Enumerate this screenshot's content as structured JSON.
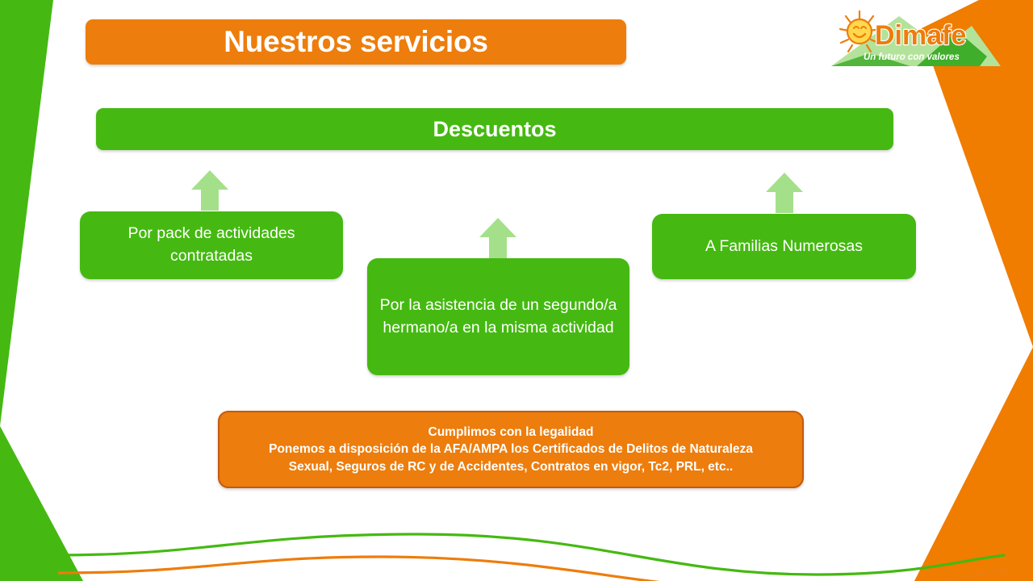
{
  "slide": {
    "title": "Nuestros servicios",
    "banner": "Descuentos",
    "boxes": [
      {
        "id": "pack",
        "text": "Por pack de actividades contratadas"
      },
      {
        "id": "hermano",
        "text": "Por la asistencia de un segundo/a hermano/a en la misma actividad"
      },
      {
        "id": "familia",
        "text": "A Familias Numerosas"
      }
    ],
    "legal": {
      "line1": "Cumplimos con la legalidad",
      "line2": "Ponemos a disposición de la AFA/AMPA los Certificados de Delitos de Naturaleza",
      "line3": "Sexual, Seguros de RC y de Accidentes, Contratos en vigor, Tc2, PRL, etc.."
    },
    "logo": {
      "name": "Dimafe",
      "tagline": "Un futuro con valores"
    },
    "colors": {
      "orange": "#ED7D0C",
      "orange_border": "#C45A10",
      "green": "#45B911",
      "green_light": "#A4E08A",
      "green_logo": "#3FAE2A",
      "green_logo_light": "#B3E39A",
      "yellow_sun": "#FFD84D",
      "white": "#FFFFFF"
    }
  }
}
